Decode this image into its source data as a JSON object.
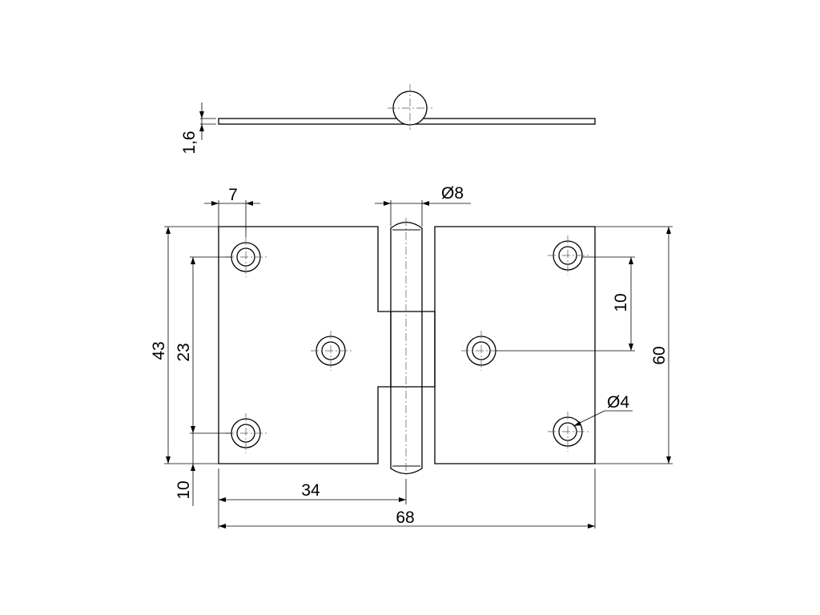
{
  "dimensions": {
    "thickness": "1,6",
    "hole_edge_offset": "7",
    "pin_diameter": "Ø8",
    "hole_diameter": "Ø4",
    "hole_spacing_short": "10",
    "height_total": "60",
    "height_left_upper": "43",
    "hole_spacing_left": "23",
    "bottom_offset": "10",
    "half_width": "34",
    "total_width": "68"
  }
}
